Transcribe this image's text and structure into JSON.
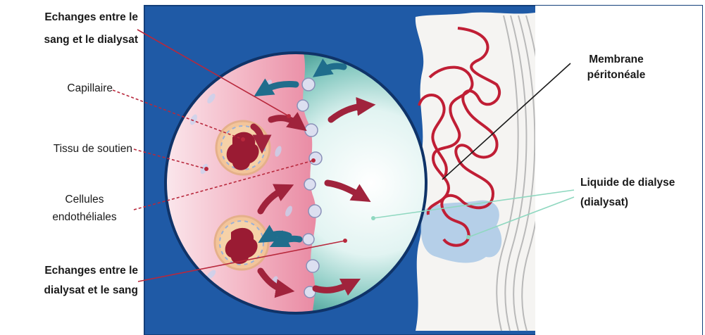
{
  "labels": {
    "echanges_sang_dialysat": [
      "Echanges entre le",
      "sang et le dialysat"
    ],
    "capillaire": "Capillaire",
    "tissu_de_soutien": "Tissu de soutien",
    "cellules_endotheliales": [
      "Cellules",
      "endothéliales"
    ],
    "echanges_dialysat_sang": [
      "Echanges entre le",
      "dialysat et le sang"
    ],
    "membrane_peritoneale": [
      "Membrane",
      "péritonéale"
    ],
    "liquide_de_dialyse": [
      "Liquide de dialyse",
      "(dialysat)"
    ]
  },
  "colors": {
    "frame_blue": "#1f5aa6",
    "frame_dark": "#133f7a",
    "tissue_pink": "#ef9bb0",
    "tissue_light": "#f7d0da",
    "dialysate_teal": "#2f8a83",
    "arrow_red": "#a0233c",
    "arrow_blue": "#1f6d8c",
    "membrane_red": "#c01e35",
    "fluid_blue": "#a9c8e6",
    "leader_red": "#b8283c",
    "leader_teal": "#8fd8c0"
  }
}
